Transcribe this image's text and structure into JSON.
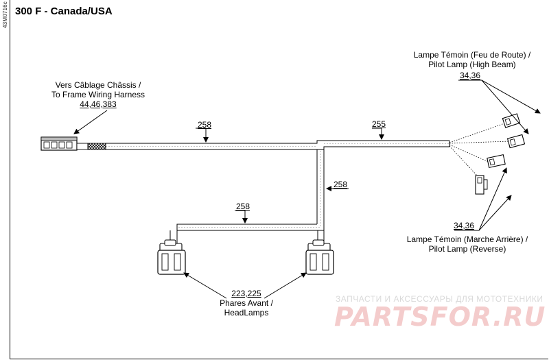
{
  "side_code": "43M0716c",
  "title": "300 F - Canada/USA",
  "labels": {
    "frame_harness_fr": "Vers Câblage Châssis /",
    "frame_harness_en": "To Frame Wiring Harness",
    "frame_harness_ref": "44,46,383",
    "high_beam_fr": "Lampe Témoin (Feu de Route) /",
    "high_beam_en": "Pilot Lamp (High Beam)",
    "high_beam_ref": "34,36",
    "reverse_ref": "34,36",
    "reverse_fr": "Lampe Témoin (Marche Arrière) /",
    "reverse_en": "Pilot Lamp (Reverse)",
    "headlamps_ref": "223,225",
    "headlamps_fr": "Phares Avant /",
    "headlamps_en": "HeadLamps",
    "wire_main": "258",
    "wire_right": "255",
    "wire_vertical": "258",
    "wire_lower": "258"
  },
  "watermark": {
    "line1": "ЗАПЧАСТИ И АКСЕССУАРЫ ДЛЯ МОТОТЕХНИКИ",
    "line2": "PARTSFOR.RU"
  }
}
